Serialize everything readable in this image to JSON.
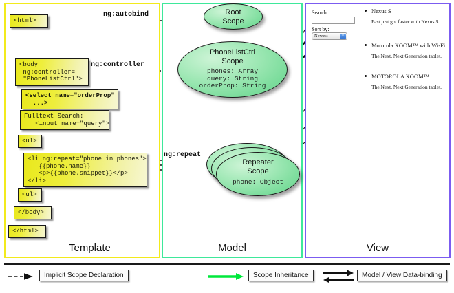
{
  "panels": [
    {
      "id": "template",
      "label": "Template",
      "border_color": "#f2ea1c"
    },
    {
      "id": "model",
      "label": "Model",
      "border_color": "#3ee89b"
    },
    {
      "id": "view",
      "label": "View",
      "border_color": "#7b5cf0"
    }
  ],
  "template": {
    "boxes": [
      {
        "name": "html-open-tag",
        "text": "<html>",
        "bold": false
      },
      {
        "name": "body-controller-tag",
        "text": "<body\n ng:controller=\n \"PhoneListCtrl\">",
        "bold": false
      },
      {
        "name": "select-orderprop-tag",
        "text": "<select name=\"orderProp\"\n  ...>",
        "bold": true
      },
      {
        "name": "fulltext-search-input",
        "text": "Fulltext Search:\n   <input name=\"query\">",
        "bold": false
      },
      {
        "name": "ul-open-tag",
        "text": "<ul>",
        "bold": false
      },
      {
        "name": "li-ngrepeat-tag",
        "text": "<li ng:repeat=\"phone in phones\">\n   {{phone.name}}\n   <p>{{phone.snippet}}</p>\n</li>",
        "bold": false
      },
      {
        "name": "ul-close-tag",
        "text": "<ul>",
        "bold": false
      },
      {
        "name": "body-close-tag",
        "text": "</body>",
        "bold": false
      },
      {
        "name": "html-close-tag",
        "text": "</html>",
        "bold": false
      }
    ]
  },
  "model": {
    "scopes": [
      {
        "name": "root-scope",
        "title_line1": "Root",
        "title_line2": "Scope",
        "props": ""
      },
      {
        "name": "phonelistctrl-scope",
        "title_line1": "PhoneListCtrl",
        "title_line2": "Scope",
        "props_plain": "phones: Array\nquery: String",
        "props_bold": "orderProp: String"
      },
      {
        "name": "repeater-scope",
        "title_line1": "Repeater",
        "title_line2": "Scope",
        "props_plain": "phone: Object"
      }
    ]
  },
  "edges": {
    "autobind": "ng:autobind",
    "controller": "ng:controller",
    "repeat": "ng:repeat"
  },
  "view": {
    "search_label": "Search:",
    "search_value": "",
    "sort_label": "Sort by:",
    "sort_selected": "Newest",
    "phones": [
      {
        "name": "Nexus S",
        "snippet": "Fast just got faster with Nexus S."
      },
      {
        "name": "Motorola XOOM™ with Wi-Fi",
        "snippet": "The Next, Next Generation tablet."
      },
      {
        "name": "MOTOROLA XOOM™",
        "snippet": "The Next, Next Generation tablet."
      }
    ]
  },
  "legend": [
    {
      "name": "implicit-scope-declaration",
      "label": "Implicit Scope Declaration",
      "style": "dashed-arrow",
      "color": "#1a1a1a"
    },
    {
      "name": "scope-inheritance",
      "label": "Scope Inheritance",
      "style": "solid-green-arrow",
      "color": "#00e83c"
    },
    {
      "name": "model-view-data-binding",
      "label": "Model / View Data-binding",
      "style": "double-arrow",
      "color": "#1a1a1a"
    }
  ]
}
